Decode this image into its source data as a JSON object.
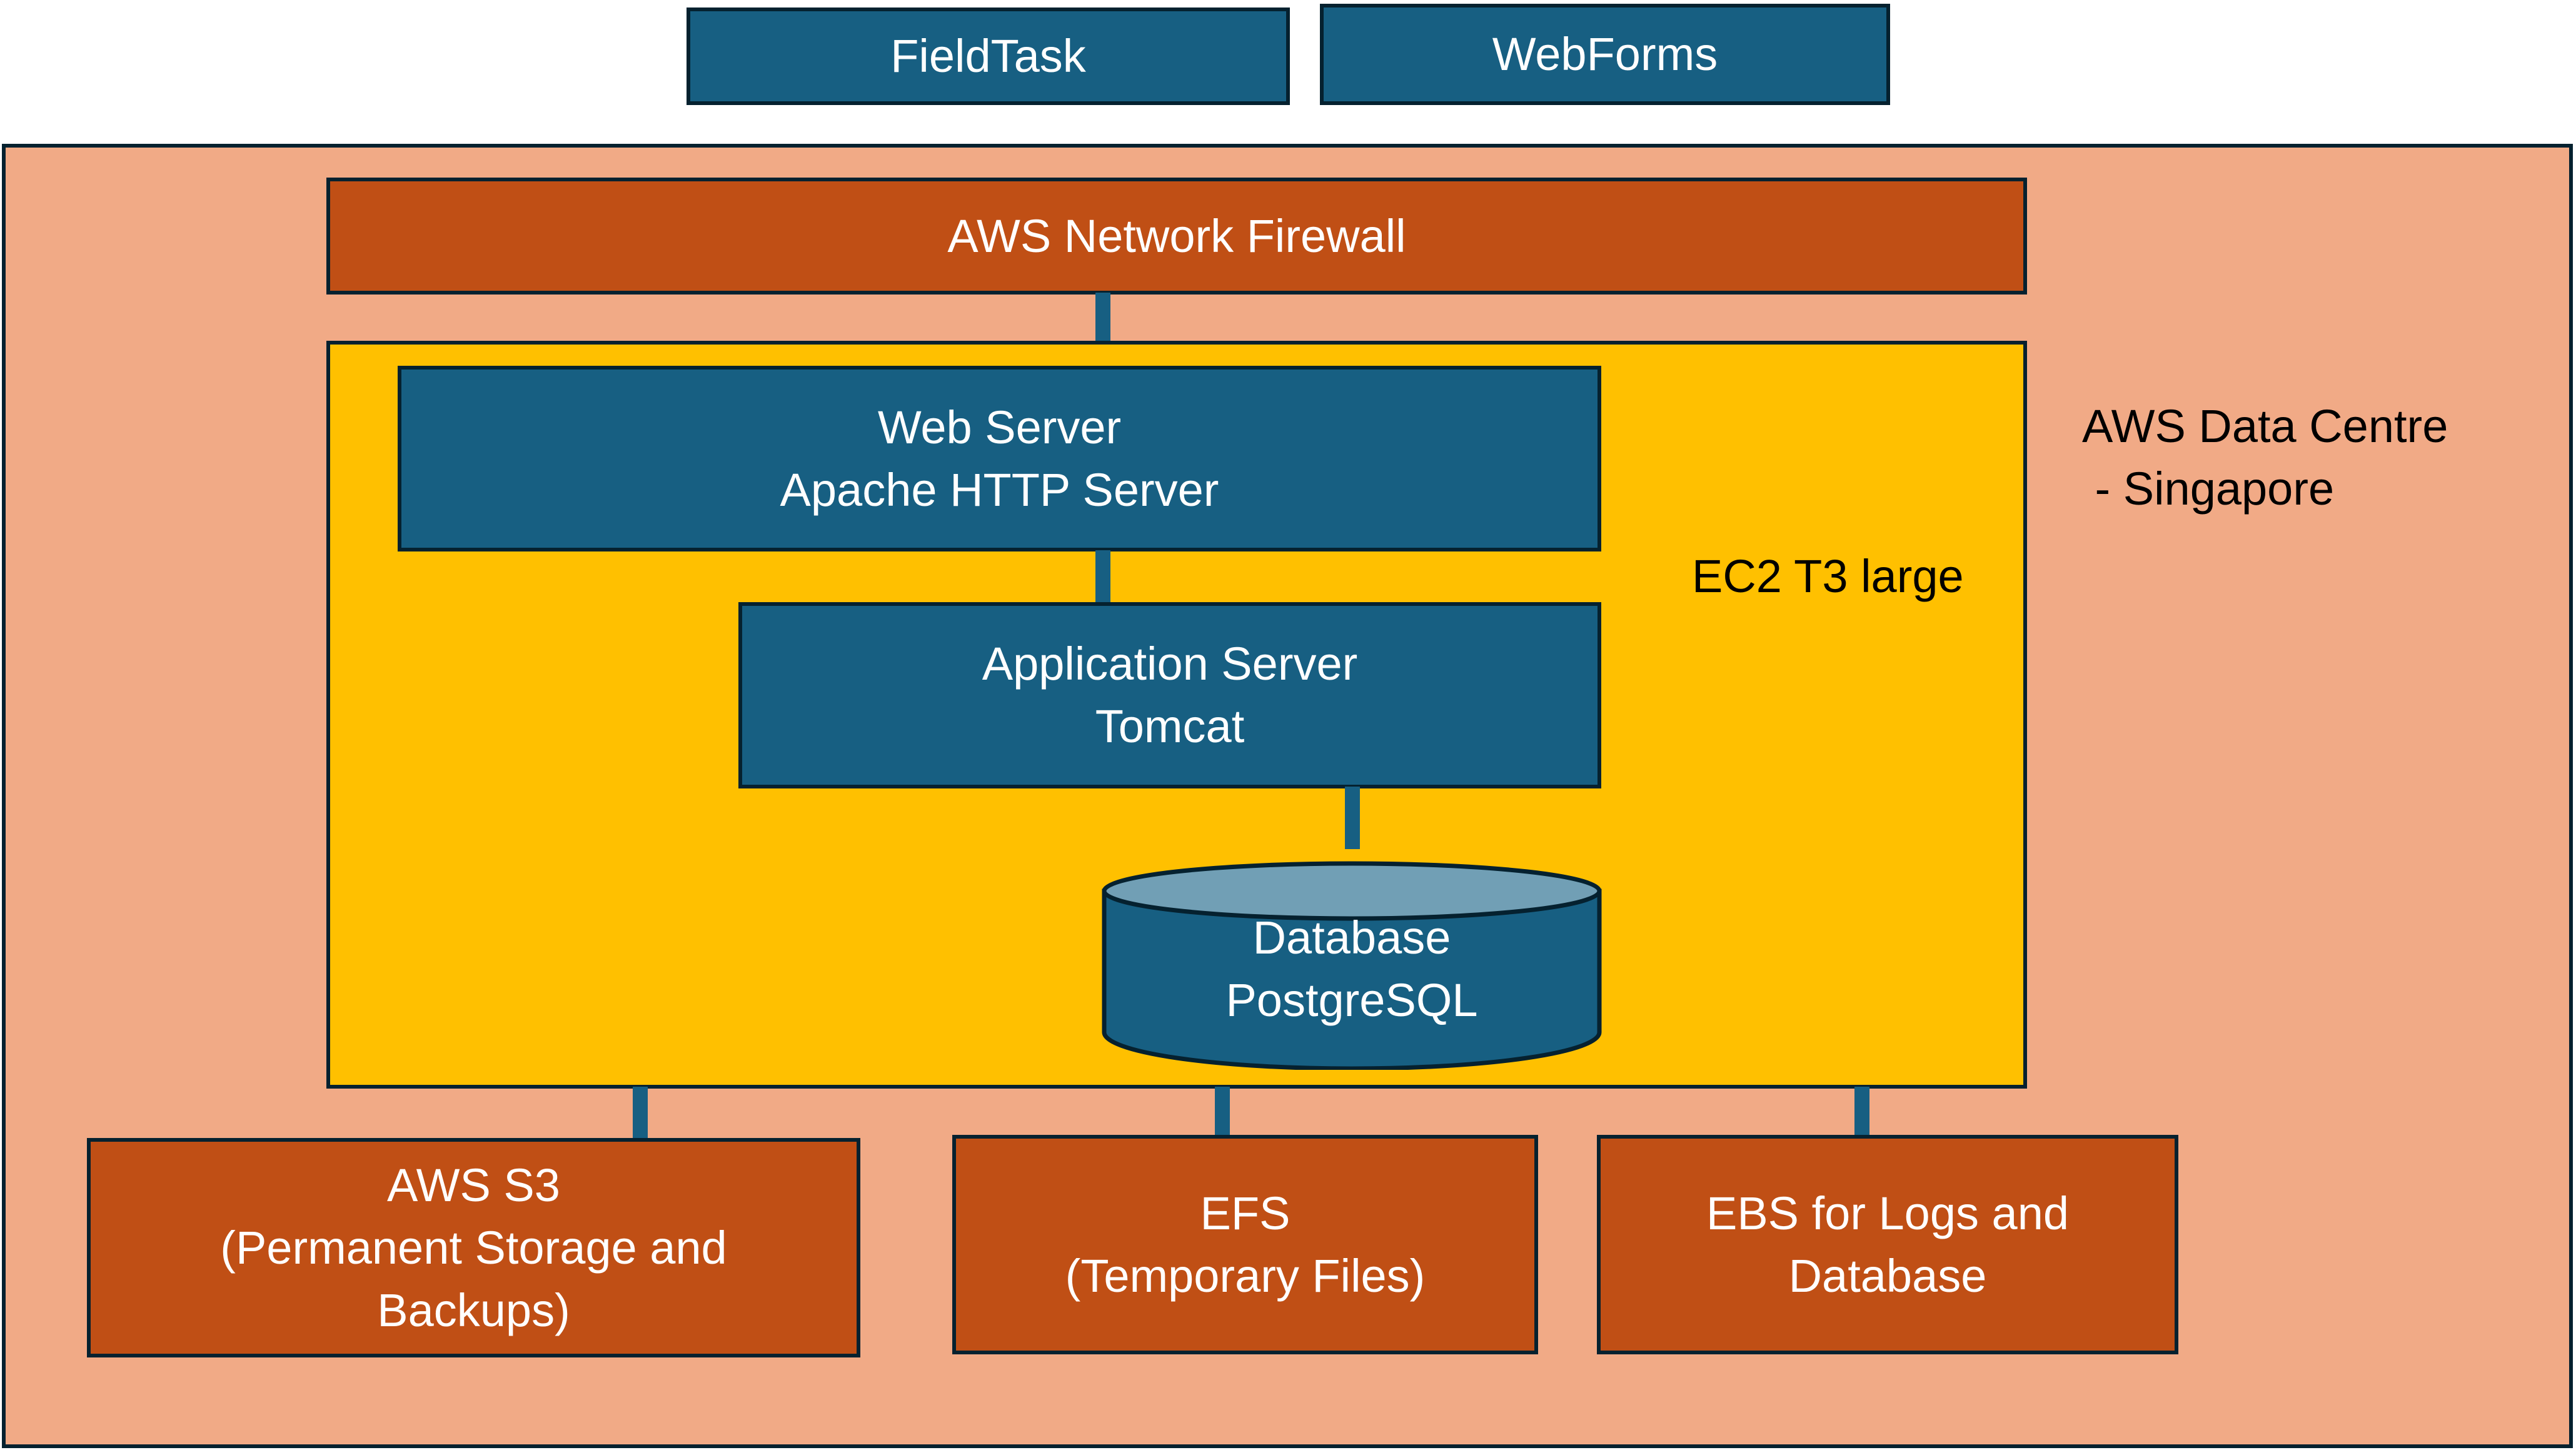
{
  "clients": [
    {
      "label": "FieldTask"
    },
    {
      "label": "WebForms"
    }
  ],
  "datacentre": {
    "label_line1": "AWS Data Centre",
    "label_line2": " - Singapore"
  },
  "firewall": {
    "label": "AWS Network Firewall"
  },
  "ec2": {
    "label": "EC2 T3 large",
    "web_server": {
      "line1": "Web Server",
      "line2": "Apache HTTP Server"
    },
    "app_server": {
      "line1": "Application Server",
      "line2": "Tomcat"
    },
    "database": {
      "line1": "Database",
      "line2": "PostgreSQL"
    }
  },
  "storage": [
    {
      "line1": "AWS S3",
      "line2": "(Permanent Storage and",
      "line3": "Backups)"
    },
    {
      "line1": "EFS",
      "line2": "(Temporary Files)"
    },
    {
      "line1": "EBS for Logs and",
      "line2": "Database"
    }
  ],
  "colors": {
    "client_blue": "#175f82",
    "rust": "#c04f15",
    "datacentre_bg": "#f1aa86",
    "ec2_bg": "#ffc000",
    "db_top": "#719fb5",
    "outline": "#05212f"
  }
}
